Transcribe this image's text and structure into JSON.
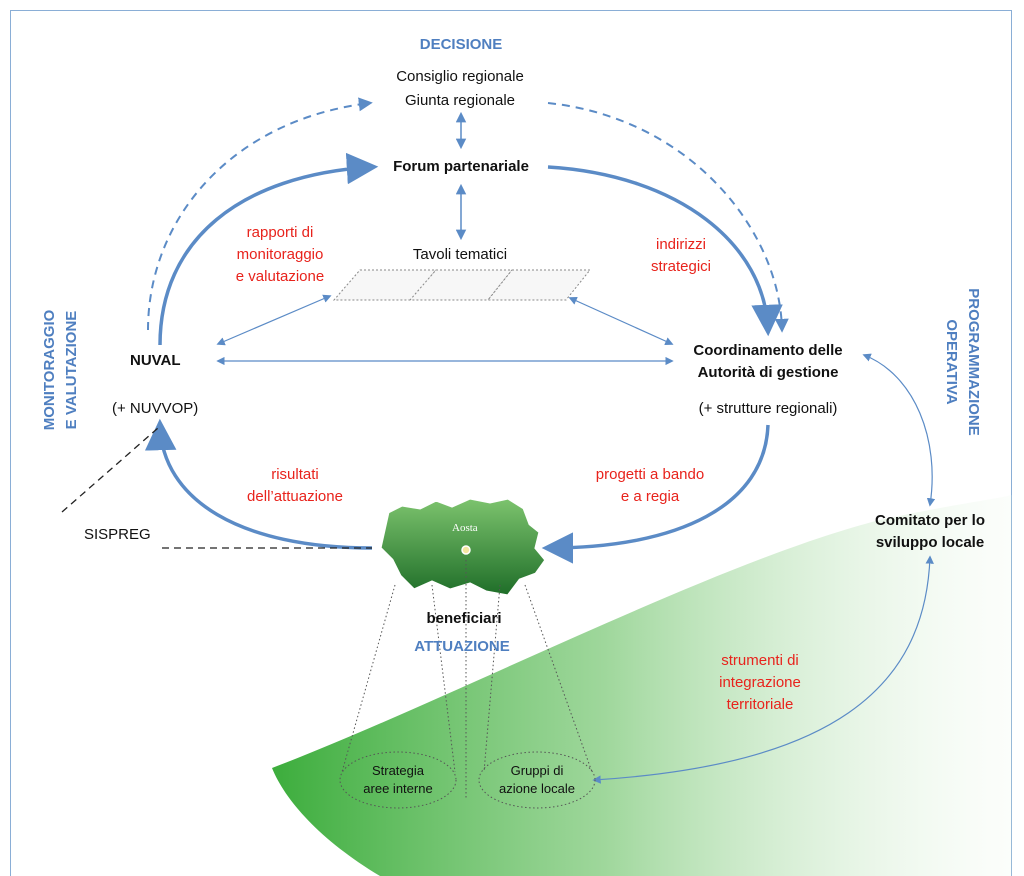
{
  "sections": {
    "decisione": "DECISIONE",
    "monitoraggio": [
      "MONITORAGGIO",
      "E VALUTAZIONE"
    ],
    "programmazione": [
      "PROGRAMMAZIONE",
      "OPERATIVA"
    ],
    "attuazione": "ATTUAZIONE"
  },
  "nodes": {
    "consiglio": "Consiglio regionale",
    "giunta": "Giunta regionale",
    "forum": "Forum partenariale",
    "tavoli": "Tavoli tematici",
    "nuval": "NUVAL",
    "nuvvop": "(+ NUVVOP)",
    "coordinamento": [
      "Coordinamento delle",
      "Autorità di gestione"
    ],
    "strutture": "(+ strutture regionali)",
    "comitato": [
      "Comitato per lo",
      "sviluppo locale"
    ],
    "sispreg": "SISPREG",
    "beneficiari": "beneficiari",
    "map_city": "Aosta",
    "strategia": [
      "Strategia",
      "aree interne"
    ],
    "gruppi": [
      "Gruppi di",
      "azione locale"
    ]
  },
  "flows": {
    "rapporti": [
      "rapporti di",
      "monitoraggio",
      "e valutazione"
    ],
    "indirizzi": [
      "indirizzi",
      "strategici"
    ],
    "risultati": [
      "risultati",
      "dell’attuazione"
    ],
    "progetti": [
      "progetti a bando",
      "e a regia"
    ],
    "strumenti": [
      "strumenti di",
      "integrazione",
      "territoriale"
    ]
  },
  "colors": {
    "arrow": "#5b8bc6",
    "label_red": "#e8231c",
    "section_blue": "#4f7fc0",
    "green": "#3fae3f",
    "map_green": "#2f8a34"
  }
}
